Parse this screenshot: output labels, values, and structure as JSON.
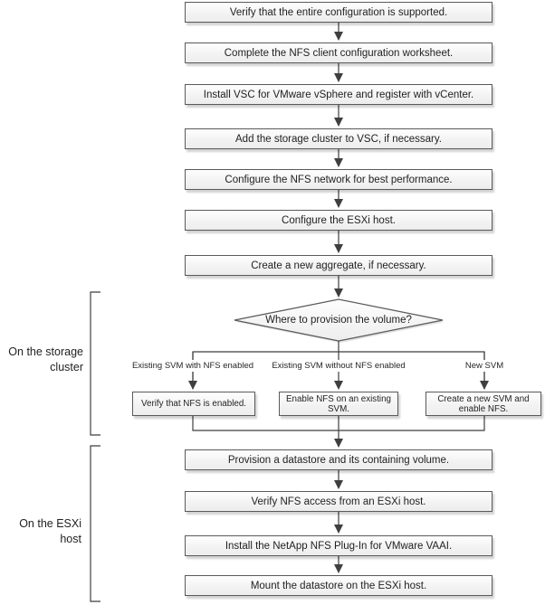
{
  "flow": {
    "steps_top": [
      "Verify that the entire configuration is supported.",
      "Complete the NFS client configuration worksheet.",
      "Install VSC for VMware vSphere and register with vCenter.",
      "Add the storage cluster to VSC, if necessary.",
      "Configure the NFS network for best performance.",
      "Configure the ESXi host.",
      "Create a new aggregate, if necessary."
    ],
    "decision": "Where to provision the volume?",
    "branches": [
      {
        "label": "Existing SVM with NFS enabled",
        "box": "Verify that NFS is enabled."
      },
      {
        "label": "Existing SVM without NFS enabled",
        "box": "Enable NFS on an existing SVM."
      },
      {
        "label": "New SVM",
        "box": "Create a new SVM and enable NFS."
      }
    ],
    "steps_bottom": [
      "Provision a datastore and its containing volume.",
      "Verify NFS access from an ESXi host.",
      "Install the NetApp NFS Plug-In for VMware VAAI.",
      "Mount the datastore on the ESXi host."
    ],
    "side_labels": [
      "On the storage cluster",
      "On the ESXi host"
    ]
  },
  "colors": {
    "background": "#ffffff",
    "box_border": "#5a5a5a",
    "box_fill_top": "#fefefe",
    "box_fill_bottom": "#ededed",
    "connector": "#3f3f3f",
    "text": "#1f1f1f"
  }
}
